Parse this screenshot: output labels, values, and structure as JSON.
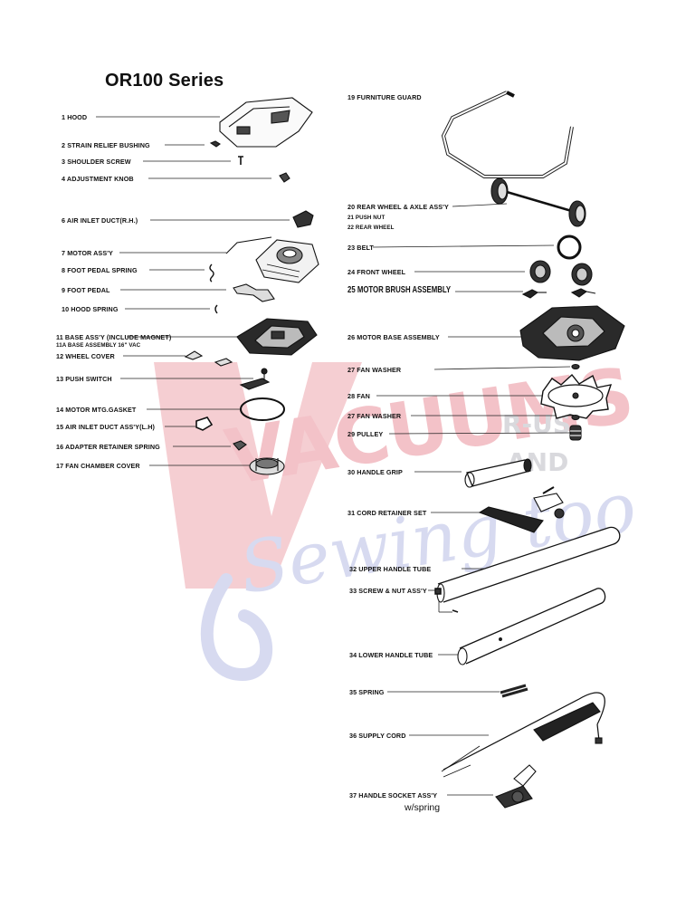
{
  "title": "OR100 Series",
  "watermark": {
    "word1": "VACUUMS",
    "word2": "Sewing too",
    "tag1": "R-US",
    "tag2": "AND",
    "colors": {
      "red": "#f2bcc3",
      "blue": "#cdd1ec",
      "gray": "#cfcfd4"
    }
  },
  "left_parts": [
    {
      "label": "1 HOOD"
    },
    {
      "label": "2 STRAIN RELIEF BUSHING"
    },
    {
      "label": "3 SHOULDER SCREW"
    },
    {
      "label": "4 ADJUSTMENT KNOB"
    },
    {
      "label": "6 AIR INLET DUCT(R.H.)"
    },
    {
      "label": "7 MOTOR ASS'Y"
    },
    {
      "label": "8 FOOT PEDAL SPRING"
    },
    {
      "label": "9 FOOT PEDAL"
    },
    {
      "label": "10 HOOD SPRING"
    },
    {
      "label": "11 BASE ASS'Y (INCLUDE MAGNET)"
    },
    {
      "label": "11A BASE ASSEMBLY 16\" VAC"
    },
    {
      "label": "12 WHEEL COVER"
    },
    {
      "label": "13 PUSH SWITCH"
    },
    {
      "label": "14 MOTOR MTG.GASKET"
    },
    {
      "label": "15 AIR INLET DUCT ASS'Y(L.H)"
    },
    {
      "label": "16 ADAPTER RETAINER SPRING"
    },
    {
      "label": "17 FAN CHAMBER COVER"
    }
  ],
  "right_parts": [
    {
      "label": "19 FURNITURE GUARD"
    },
    {
      "label": "20 REAR WHEEL & AXLE ASS'Y"
    },
    {
      "label": "21 PUSH NUT"
    },
    {
      "label": "22 REAR WHEEL"
    },
    {
      "label": "23 BELT"
    },
    {
      "label": "24 FRONT WHEEL"
    },
    {
      "label": "25 MOTOR BRUSH ASSEMBLY"
    },
    {
      "label": "26 MOTOR BASE ASSEMBLY"
    },
    {
      "label": "27 FAN WASHER"
    },
    {
      "label": "28 FAN"
    },
    {
      "label": "27 FAN WASHER"
    },
    {
      "label": "29 PULLEY"
    },
    {
      "label": "30 HANDLE GRIP"
    },
    {
      "label": "31 CORD RETAINER SET"
    },
    {
      "label": "32 UPPER HANDLE TUBE"
    },
    {
      "label": "33 SCREW & NUT ASS'Y"
    },
    {
      "label": "34 LOWER HANDLE TUBE"
    },
    {
      "label": "35 SPRING"
    },
    {
      "label": "36 SUPPLY CORD"
    },
    {
      "label": "37 HANDLE SOCKET ASS'Y"
    }
  ],
  "footnote": "w/spring"
}
